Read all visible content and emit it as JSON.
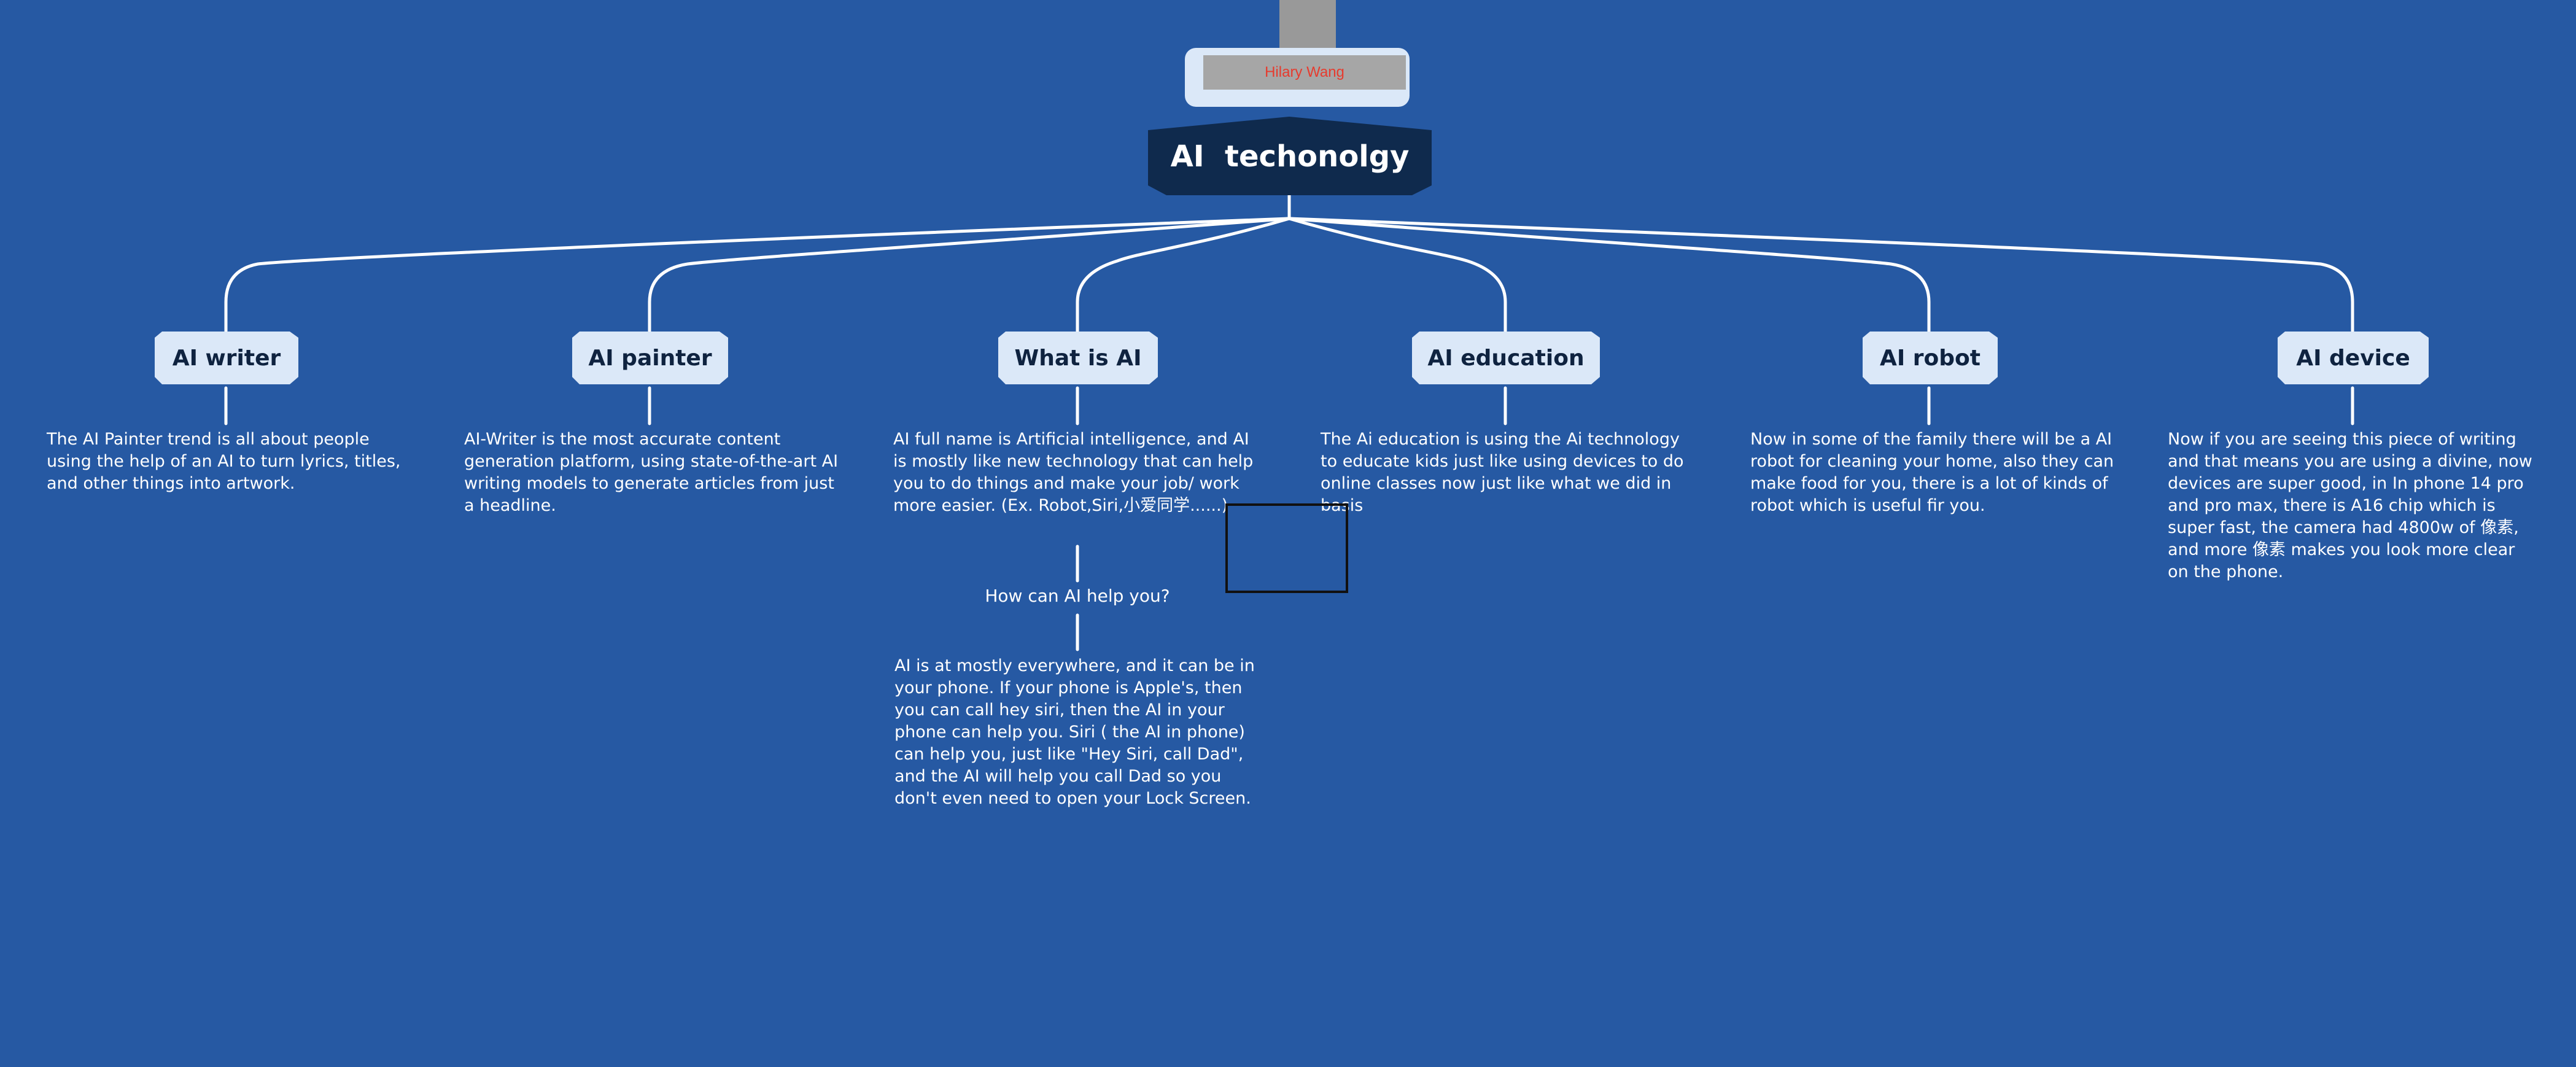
{
  "author": "Hilary Wang",
  "root": {
    "label": "AI  techonolgy"
  },
  "topics": [
    {
      "label": "AI writer",
      "text": "The AI Painter trend is all about people using the help of an AI to turn lyrics, titles, and other things into artwork."
    },
    {
      "label": "AI painter",
      "text": "AI-Writer is the most accurate content generation platform, using state-of-the-art AI writing models to generate articles from just a headline."
    },
    {
      "label": "What is AI",
      "text": "AI full name is Artificial intelligence, and AI is mostly like new technology that can help you to do things and make your job/ work more easier. (Ex. Robot,Siri,小爱同学......)",
      "sub": {
        "label": "How can AI help you?",
        "text": "AI is at mostly everywhere, and it can be in your phone. If your phone is Apple's, then you can call hey siri, then the AI in your phone can help you. Siri ( the AI in phone) can help you, just like \"Hey Siri, call Dad\", and the AI will help you call Dad so you don't even need to open your Lock Screen."
      }
    },
    {
      "label": "AI education",
      "text": "The Ai education is using the Ai technology to educate kids just like using devices to do online classes now just like what we did in basis"
    },
    {
      "label": "AI robot",
      "text": "Now in some of the family there will be a AI robot for cleaning your home, also they can make food for you, there is a lot of kinds of robot which is useful fir you."
    },
    {
      "label": "AI device",
      "text": "Now if you are seeing this piece of writing and that means you are using a divine, now devices are super good, in In phone 14 pro and pro max, there is A16 chip which is super fast, the camera had 4800w of 像素, and more 像素 makes you look more clear on the phone."
    }
  ],
  "colors": {
    "background": "#2659a3",
    "root_fill": "#0f2a4d",
    "topic_fill": "#dbe8f8",
    "connector": "#ffffff",
    "author_text": "#e63b2e"
  }
}
